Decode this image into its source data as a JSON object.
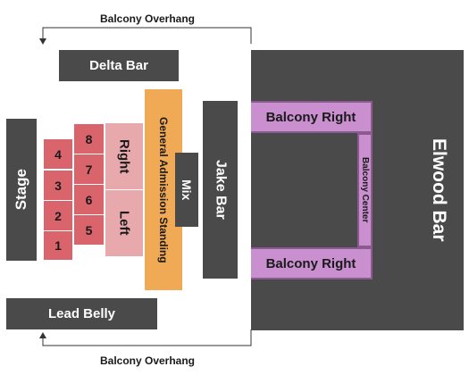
{
  "map": {
    "overhang_top": "Balcony Overhang",
    "overhang_bottom": "Balcony Overhang",
    "delta_bar": "Delta Bar",
    "stage": "Stage",
    "lead_belly": "Lead Belly",
    "left_sections": [
      "4",
      "3",
      "2",
      "1"
    ],
    "mid_sections": [
      "8",
      "7",
      "6",
      "5"
    ],
    "right": "Right",
    "left": "Left",
    "ga_standing": "General Admission Standing",
    "mix": "Mix",
    "jake_bar": "Jake Bar",
    "elwood_bar": "Elwood Bar",
    "balcony_right_top": "Balcony Right",
    "balcony_right_bottom": "Balcony Right",
    "balcony_center": "Balcony Center"
  },
  "colors": {
    "dark": "#4a4a4a",
    "sections": "#d9646c",
    "right_left": "#e8a9ad",
    "ga": "#f0a955",
    "balcony": "#c98fcf"
  }
}
